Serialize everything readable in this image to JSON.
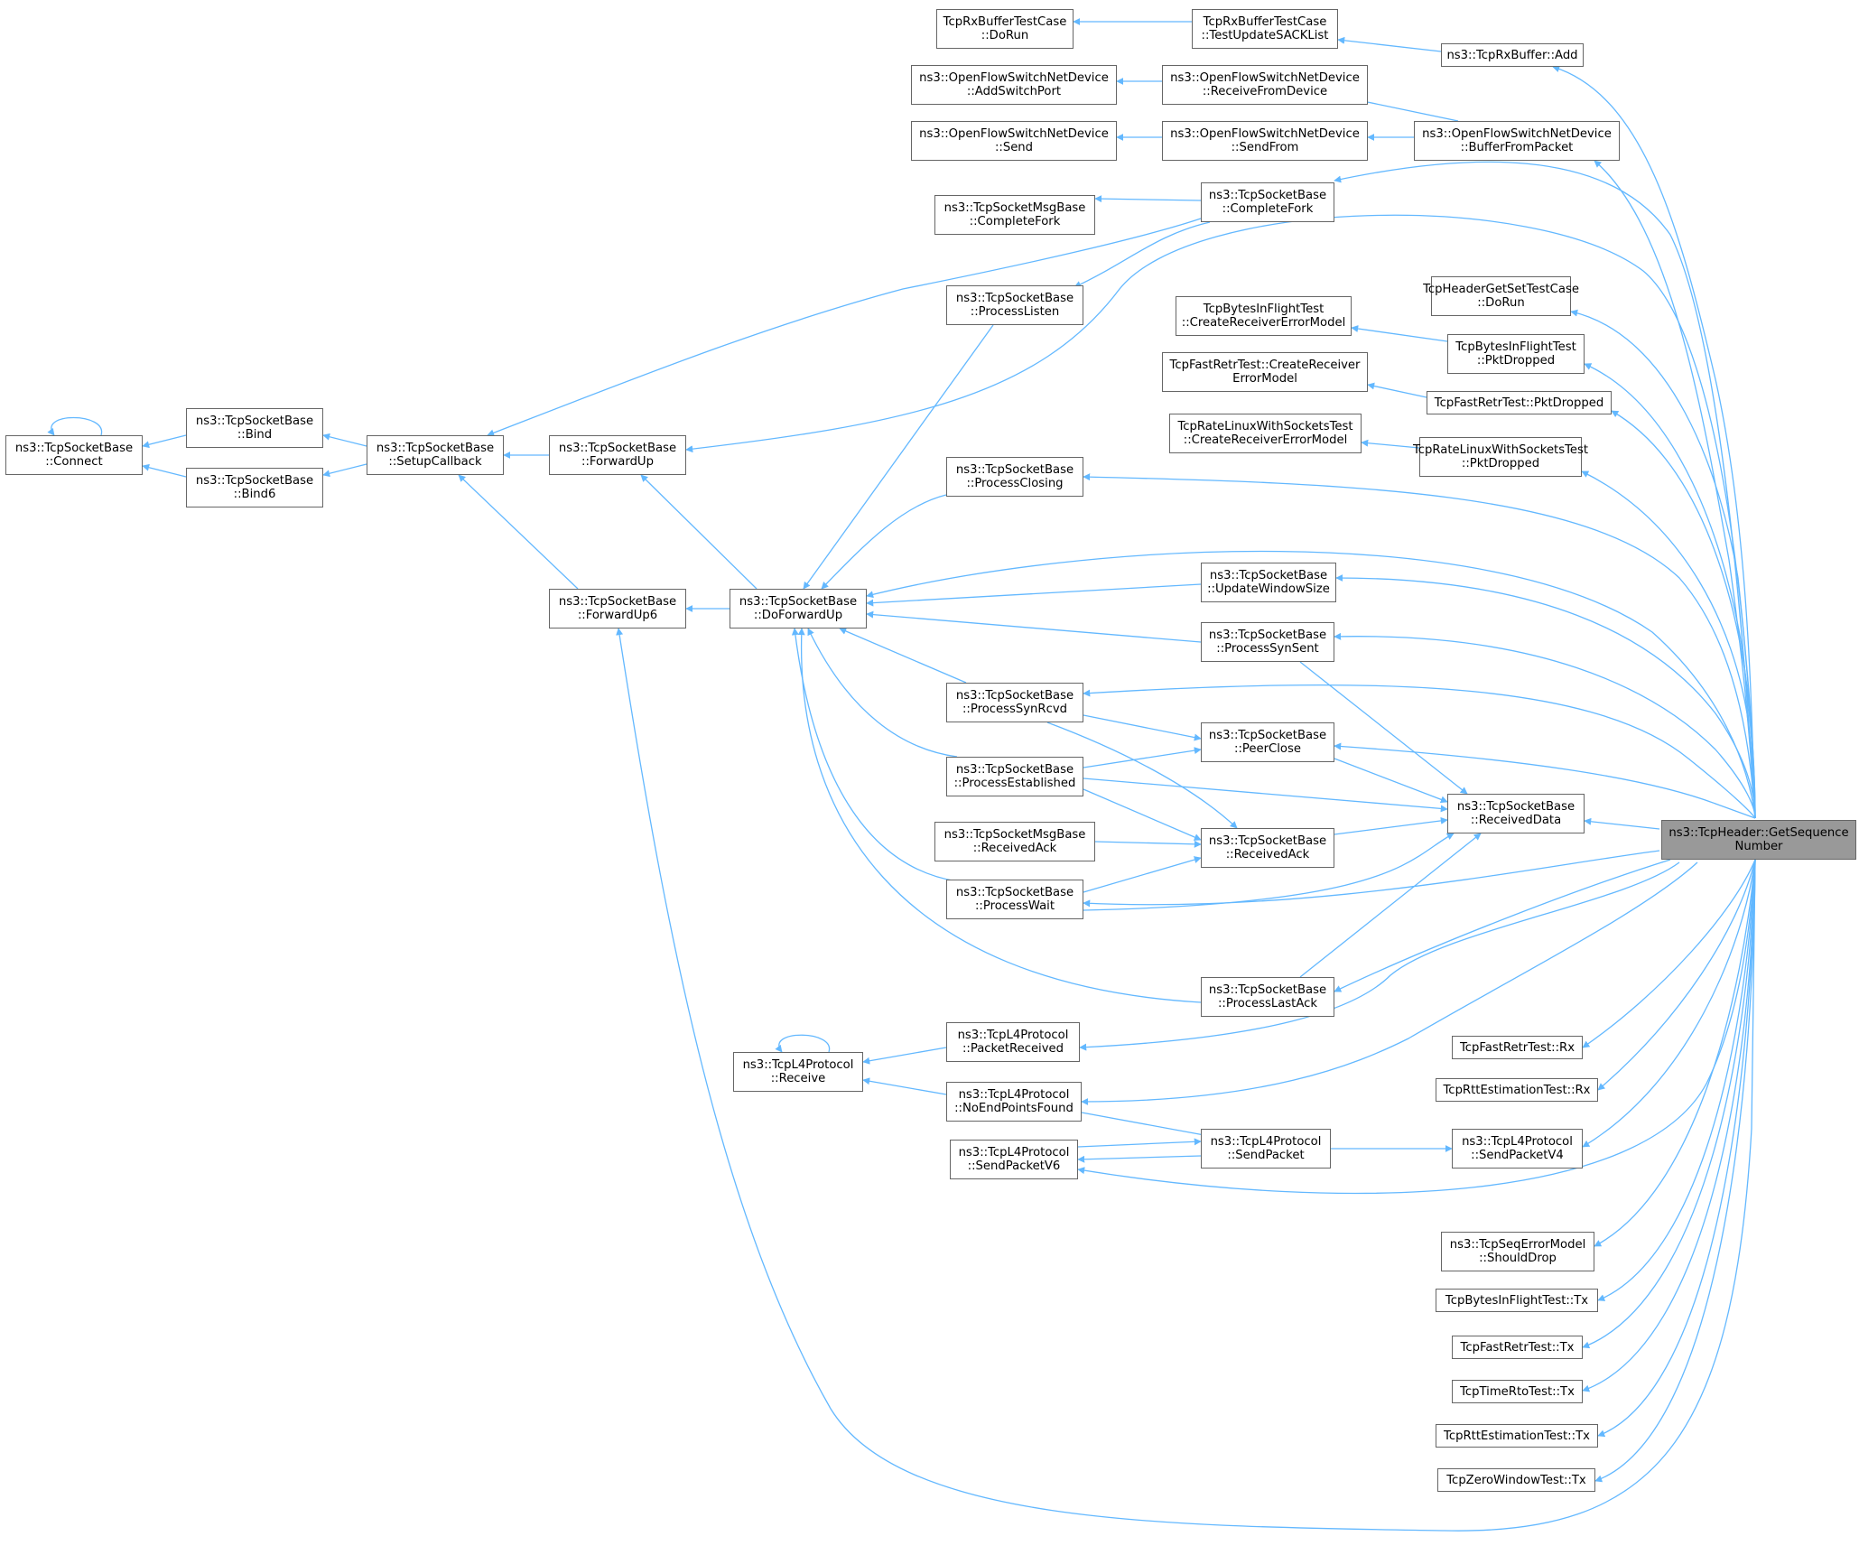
{
  "diagram": {
    "title": "",
    "edge_color": "#63b8ff",
    "node_border_color": "#666666",
    "root_fill_color": "#999999",
    "nodes": [
      {
        "id": "n_root",
        "lines": [
          "ns3::TcpHeader::GetSequence",
          "Number"
        ],
        "root": true
      },
      {
        "id": "n_rxbuf_dorun",
        "lines": [
          "TcpRxBufferTestCase",
          "::DoRun"
        ]
      },
      {
        "id": "n_rxbuf_sack",
        "lines": [
          "TcpRxBufferTestCase",
          "::TestUpdateSACKList"
        ]
      },
      {
        "id": "n_rxbuf_add",
        "lines": [
          "ns3::TcpRxBuffer::Add"
        ]
      },
      {
        "id": "n_of_addport",
        "lines": [
          "ns3::OpenFlowSwitchNetDevice",
          "::AddSwitchPort"
        ]
      },
      {
        "id": "n_of_recvdev",
        "lines": [
          "ns3::OpenFlowSwitchNetDevice",
          "::ReceiveFromDevice"
        ]
      },
      {
        "id": "n_of_send",
        "lines": [
          "ns3::OpenFlowSwitchNetDevice",
          "::Send"
        ]
      },
      {
        "id": "n_of_sendfrom",
        "lines": [
          "ns3::OpenFlowSwitchNetDevice",
          "::SendFrom"
        ]
      },
      {
        "id": "n_of_bufpkt",
        "lines": [
          "ns3::OpenFlowSwitchNetDevice",
          "::BufferFromPacket"
        ]
      },
      {
        "id": "n_msg_completefork",
        "lines": [
          "ns3::TcpSocketMsgBase",
          "::CompleteFork"
        ]
      },
      {
        "id": "n_completefork",
        "lines": [
          "ns3::TcpSocketBase",
          "::CompleteFork"
        ]
      },
      {
        "id": "n_hdr_dorun",
        "lines": [
          "TcpHeaderGetSetTestCase",
          "::DoRun"
        ]
      },
      {
        "id": "n_processlisten",
        "lines": [
          "ns3::TcpSocketBase",
          "::ProcessListen"
        ]
      },
      {
        "id": "n_bif_createerr",
        "lines": [
          "TcpBytesInFlightTest",
          "::CreateReceiverErrorModel"
        ]
      },
      {
        "id": "n_bif_pkt",
        "lines": [
          "TcpBytesInFlightTest",
          "::PktDropped"
        ]
      },
      {
        "id": "n_fr_createerr",
        "lines": [
          "TcpFastRetrTest::CreateReceiver",
          "ErrorModel"
        ]
      },
      {
        "id": "n_fr_pkt",
        "lines": [
          "TcpFastRetrTest::PktDropped"
        ]
      },
      {
        "id": "n_rl_createerr",
        "lines": [
          "TcpRateLinuxWithSocketsTest",
          "::CreateReceiverErrorModel"
        ]
      },
      {
        "id": "n_rl_pkt",
        "lines": [
          "TcpRateLinuxWithSocketsTest",
          "::PktDropped"
        ]
      },
      {
        "id": "n_connect",
        "lines": [
          "ns3::TcpSocketBase",
          "::Connect"
        ]
      },
      {
        "id": "n_bind",
        "lines": [
          "ns3::TcpSocketBase",
          "::Bind"
        ]
      },
      {
        "id": "n_bind6",
        "lines": [
          "ns3::TcpSocketBase",
          "::Bind6"
        ]
      },
      {
        "id": "n_setupcb",
        "lines": [
          "ns3::TcpSocketBase",
          "::SetupCallback"
        ]
      },
      {
        "id": "n_forwardup",
        "lines": [
          "ns3::TcpSocketBase",
          "::ForwardUp"
        ]
      },
      {
        "id": "n_forwardup6",
        "lines": [
          "ns3::TcpSocketBase",
          "::ForwardUp6"
        ]
      },
      {
        "id": "n_doforwardup",
        "lines": [
          "ns3::TcpSocketBase",
          "::DoForwardUp"
        ]
      },
      {
        "id": "n_processclosing",
        "lines": [
          "ns3::TcpSocketBase",
          "::ProcessClosing"
        ]
      },
      {
        "id": "n_updatewin",
        "lines": [
          "ns3::TcpSocketBase",
          "::UpdateWindowSize"
        ]
      },
      {
        "id": "n_processsynsent",
        "lines": [
          "ns3::TcpSocketBase",
          "::ProcessSynSent"
        ]
      },
      {
        "id": "n_processsynrcvd",
        "lines": [
          "ns3::TcpSocketBase",
          "::ProcessSynRcvd"
        ]
      },
      {
        "id": "n_peerclose",
        "lines": [
          "ns3::TcpSocketBase",
          "::PeerClose"
        ]
      },
      {
        "id": "n_processest",
        "lines": [
          "ns3::TcpSocketBase",
          "::ProcessEstablished"
        ]
      },
      {
        "id": "n_receiveddata",
        "lines": [
          "ns3::TcpSocketBase",
          "::ReceivedData"
        ]
      },
      {
        "id": "n_msg_recvack",
        "lines": [
          "ns3::TcpSocketMsgBase",
          "::ReceivedAck"
        ]
      },
      {
        "id": "n_recvack",
        "lines": [
          "ns3::TcpSocketBase",
          "::ReceivedAck"
        ]
      },
      {
        "id": "n_processwait",
        "lines": [
          "ns3::TcpSocketBase",
          "::ProcessWait"
        ]
      },
      {
        "id": "n_processlastack",
        "lines": [
          "ns3::TcpSocketBase",
          "::ProcessLastAck"
        ]
      },
      {
        "id": "n_l4_pktrecv",
        "lines": [
          "ns3::TcpL4Protocol",
          "::PacketReceived"
        ]
      },
      {
        "id": "n_fr_rx",
        "lines": [
          "TcpFastRetrTest::Rx"
        ]
      },
      {
        "id": "n_l4_receive",
        "lines": [
          "ns3::TcpL4Protocol",
          "::Receive"
        ]
      },
      {
        "id": "n_l4_noend",
        "lines": [
          "ns3::TcpL4Protocol",
          "::NoEndPointsFound"
        ]
      },
      {
        "id": "n_rtt_rx",
        "lines": [
          "TcpRttEstimationTest::Rx"
        ]
      },
      {
        "id": "n_l4_sendpkt",
        "lines": [
          "ns3::TcpL4Protocol",
          "::SendPacket"
        ]
      },
      {
        "id": "n_l4_v6",
        "lines": [
          "ns3::TcpL4Protocol",
          "::SendPacketV6"
        ]
      },
      {
        "id": "n_l4_v4",
        "lines": [
          "ns3::TcpL4Protocol",
          "::SendPacketV4"
        ]
      },
      {
        "id": "n_seqerr",
        "lines": [
          "ns3::TcpSeqErrorModel",
          "::ShouldDrop"
        ]
      },
      {
        "id": "n_bif_tx",
        "lines": [
          "TcpBytesInFlightTest::Tx"
        ]
      },
      {
        "id": "n_fr_tx",
        "lines": [
          "TcpFastRetrTest::Tx"
        ]
      },
      {
        "id": "n_rto_tx",
        "lines": [
          "TcpTimeRtoTest::Tx"
        ]
      },
      {
        "id": "n_rtt_tx",
        "lines": [
          "TcpRttEstimationTest::Tx"
        ]
      },
      {
        "id": "n_zw_tx",
        "lines": [
          "TcpZeroWindowTest::Tx"
        ]
      }
    ]
  }
}
